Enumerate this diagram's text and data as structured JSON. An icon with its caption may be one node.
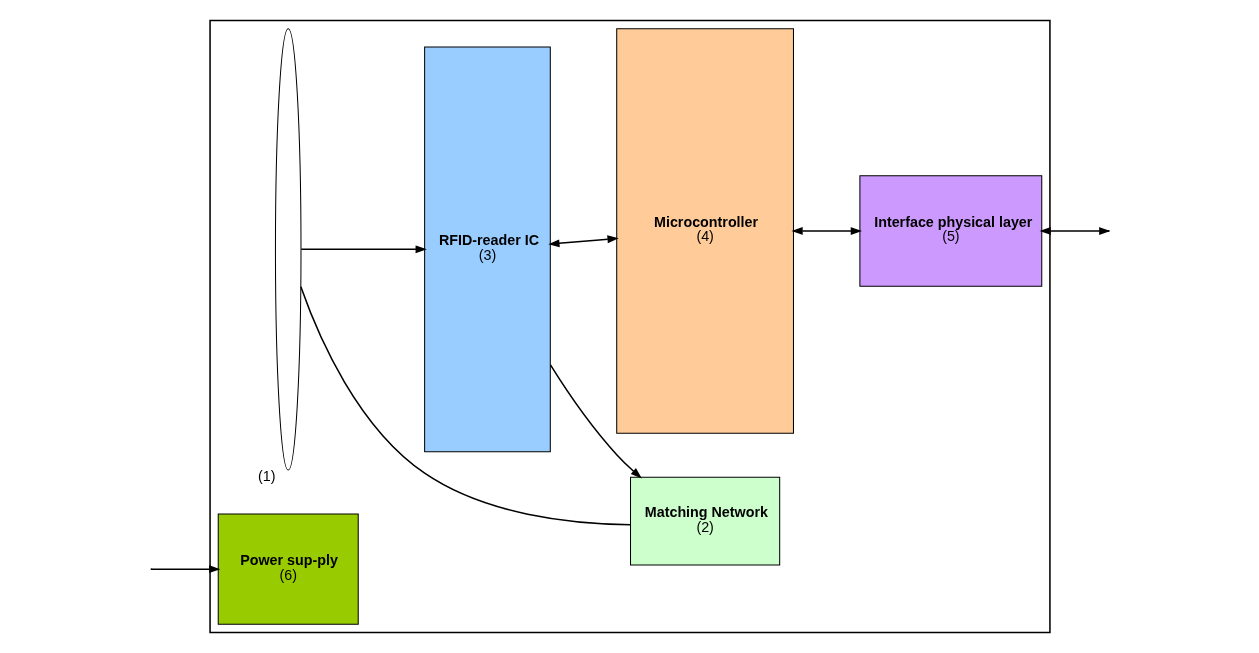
{
  "diagram": {
    "nodes": [
      {
        "text": [],
        "shape": "box"
      },
      {
        "text": [],
        "shape": "ellipse",
        "in": 0,
        "beside": [
          "(1)"
        ]
      },
      {
        "text": [
          "Matching Network",
          "(2)"
        ],
        "in": 0
      },
      {
        "text": [
          "RFID-reader IC",
          "(3)"
        ],
        "in": 0
      },
      {
        "text": [
          "Microcontroller",
          "(4)"
        ],
        "in": 0
      },
      {
        "text": [
          "Interface physical layer",
          "(5)"
        ],
        "in": 0
      },
      {
        "text": [
          "Power sup-ply",
          "(6)"
        ],
        "in": 0
      }
    ],
    "edges": [
      {
        "from": 1,
        "to": 2,
        "arrow": "none"
      },
      {
        "from": 1,
        "to": 3,
        "arrow": "to"
      },
      {
        "from": 3,
        "to": 2,
        "arrow": "to"
      },
      {
        "from": 3,
        "to": 4,
        "arrow": "both"
      },
      {
        "from": 4,
        "to": 5,
        "arrow": "both"
      },
      {
        "from": 5,
        "to": null,
        "arrow": "both"
      },
      {
        "from": null,
        "to": 6,
        "arrow": "to"
      }
    ]
  }
}
